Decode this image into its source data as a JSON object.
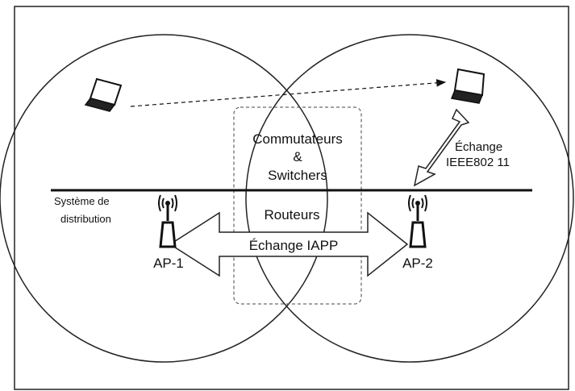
{
  "diagram": {
    "switch_box_labels": {
      "line1": "Commutateurs",
      "line2": "&",
      "line3": "Switchers"
    },
    "router_label": "Routeurs",
    "iapp_label": "Échange IAPP",
    "ieee_label_line1": "Échange",
    "ieee_label_line2": "IEEE802 11",
    "dist_label_line1": "Système de",
    "dist_label_line2": "distribution",
    "ap1_label": "AP-1",
    "ap2_label": "AP-2",
    "icons": [
      "laptop-icon",
      "laptop-icon",
      "access-point-icon",
      "access-point-icon"
    ]
  }
}
